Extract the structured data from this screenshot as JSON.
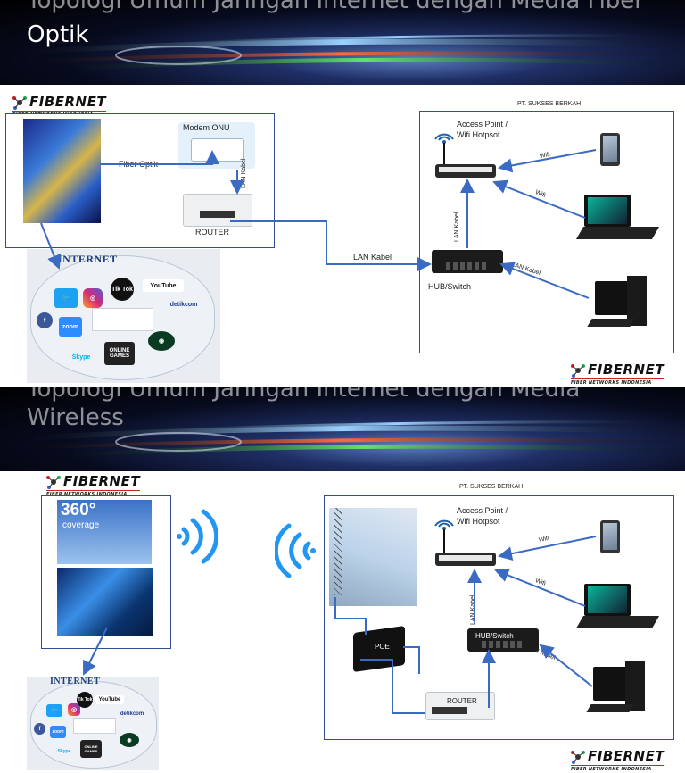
{
  "slide1": {
    "title_line1": "Topologi Umum Jaringan Internet dengan Media Fiber",
    "title_line2": "Optik",
    "logo": {
      "name": "FIBERNET",
      "tagline": "FIBER NETWORKS INDONESIA"
    },
    "company": "PT. SUKSES BERKAH",
    "labels": {
      "modem": "Modem ONU",
      "fiber": "Fiber Optik",
      "lan_kabel_vertical": "LAN Kabel",
      "router": "ROUTER",
      "lan_kabel_link": "LAN Kabel",
      "access_point_line1": "Access Point /",
      "access_point_line2": "Wifi Hotpsot",
      "wifi_1": "Wifi",
      "wifi_2": "Wifi",
      "lan_kabel_ap": "LAN Kabel",
      "hub": "HUB/Switch",
      "lan_kabel_pc": "LAN Kabel"
    },
    "internet": {
      "title": "INTERNET",
      "apps": [
        "Tik Tok",
        "YouTube",
        "detikcom",
        "zoom",
        "f",
        "Skype",
        "ONLINE GAMES"
      ]
    }
  },
  "slide2": {
    "title_line1": "Topologi Umum Jaringan Internet dengan Media",
    "title_line2": "Wireless",
    "logo": {
      "name": "FIBERNET",
      "tagline": "FIBER NETWORKS INDONESIA"
    },
    "company": "PT. SUKSES BERKAH",
    "tower_caption": {
      "big": "360°",
      "small": "coverage"
    },
    "labels": {
      "access_point_line1": "Access Point /",
      "access_point_line2": "Wifi Hotpsot",
      "wifi_1": "Wifi",
      "wifi_2": "Wifi",
      "lan_kabel_ap": "LAN Kabel",
      "hub": "HUB/Switch",
      "poe": "POE",
      "router": "ROUTER",
      "lan_kabel_pc": "LAN Kabel"
    },
    "internet": {
      "title": "INTERNET",
      "apps": [
        "Tik Tok",
        "YouTube",
        "detikcom",
        "zoom",
        "f",
        "Skype",
        "ONLINE GAMES"
      ]
    }
  }
}
